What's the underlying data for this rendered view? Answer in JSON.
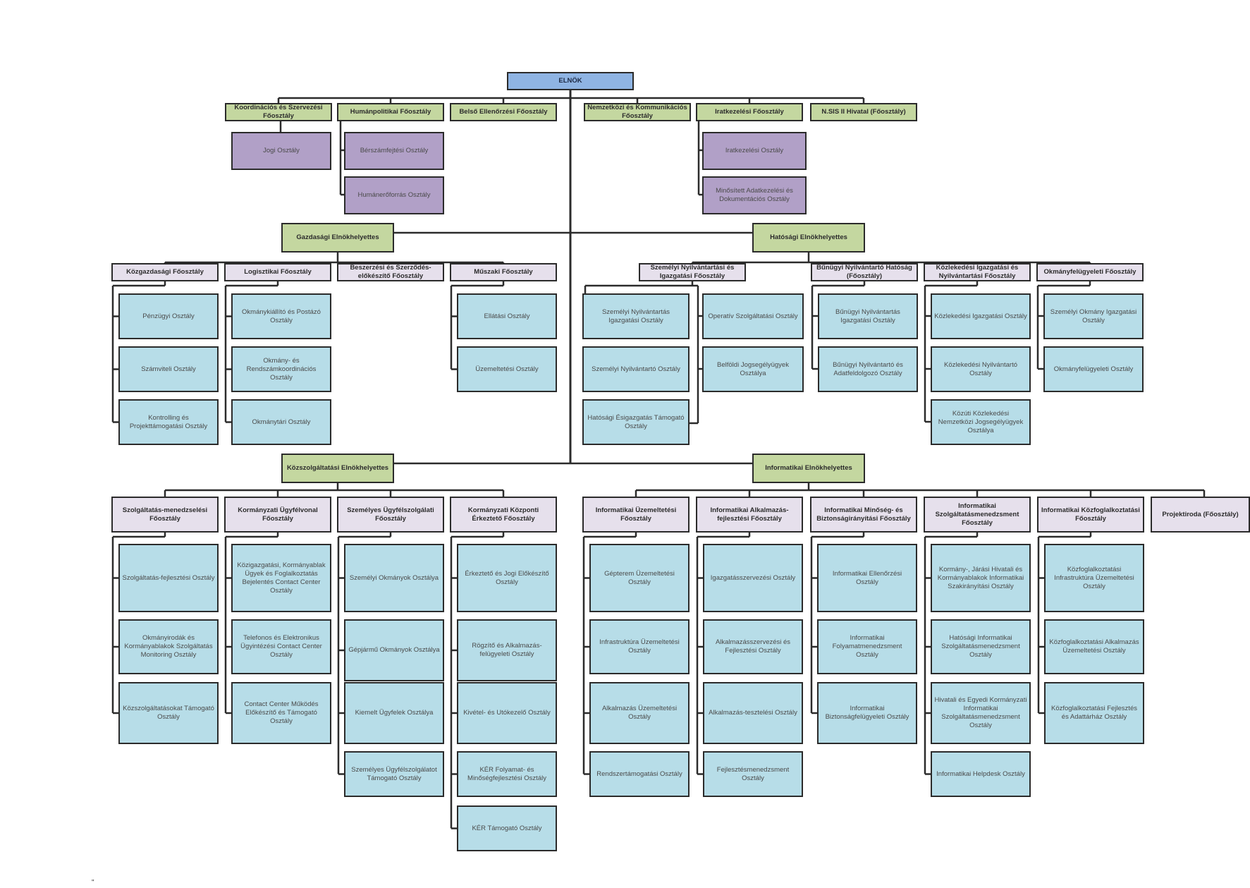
{
  "root": "ELNÖK",
  "top_fo": [
    "Koordinációs és Szervezési Főosztály",
    "Humánpolitikai Főosztály",
    "Belső Ellenőrzési Főosztály",
    "Nemzetközi és Kommunikációs Főosztály",
    "Iratkezelési Főosztály",
    "N.SIS II Hivatal (Főosztály)"
  ],
  "top_dep": {
    "koord": [
      "Jogi Osztály"
    ],
    "human": [
      "Bérszámfejtési Osztály",
      "Humánerőforrás Osztály"
    ],
    "irat": [
      "Iratkezelési Osztály",
      "Minősített Adatkezelési és Dokumentációs Osztály"
    ]
  },
  "vp": {
    "gazd": "Gazdasági Elnökhelyettes",
    "hat": "Hatósági Elnökhelyettes",
    "kozsz": "Közszolgáltatási Elnökhelyettes",
    "inf": "Informatikai Elnökhelyettes"
  },
  "gazd": {
    "fo": [
      "Közgazdasági Főosztály",
      "Logisztikai Főosztály",
      "Beszerzési és Szerződés-előkészítő Főosztály",
      "Műszaki Főosztály"
    ],
    "units": [
      [
        "Pénzügyi Osztály",
        "Számviteli Osztály",
        "Kontrolling és Projekttámogatási Osztály"
      ],
      [
        "Okmánykiállító és Postázó Osztály",
        "Okmány- és Rendszámkoordinációs Osztály",
        "Okmánytári Osztály"
      ],
      [],
      [
        "Ellátási Osztály",
        "Üzemeltetési Osztály"
      ]
    ]
  },
  "hat": {
    "fo": [
      "Személyi Nyilvántartási és Igazgatási Főosztály",
      "Bűnügyi Nyilvántartó Hatóság (Főosztály)",
      "Közlekedési Igazgatási és Nyilvántartási Főosztály",
      "Okmányfelügyeleti Főosztály"
    ],
    "units_a": [
      "Személyi Nyilvántartás Igazgatási Osztály",
      "Személyi Nyilvántartó Osztály",
      "Hatósági Ésigazgatás Támogató Osztály"
    ],
    "units_b": [
      "Operatív Szolgáltatási Osztály",
      "Belföldi Jogsegélyügyek Osztálya"
    ],
    "units": [
      [
        "Bűnügyi Nyilvántartás Igazgatási Osztály",
        "Bűnügyi Nyilvántartó és Adatfeldolgozó Osztály"
      ],
      [
        "Közlekedési Igazgatási Osztály",
        "Közlekedési Nyilvántartó Osztály",
        "Közúti Közlekedési Nemzetközi Jogsegélyügyek Osztálya"
      ],
      [
        "Személyi Okmány Igazgatási Osztály",
        "Okmányfelügyeleti Osztály"
      ]
    ]
  },
  "kozsz": {
    "fo": [
      "Szolgáltatás-menedzselési Főosztály",
      "Kormányzati Ügyfélvonal Főosztály",
      "Személyes Ügyfélszolgálati Főosztály",
      "Kormányzati Központi Érkeztető Főosztály"
    ],
    "units": [
      [
        "Szolgáltatás-fejlesztési Osztály",
        "Okmányirodák és Kormányablakok Szolgáltatás Monitoring Osztály",
        "Közszolgáltatásokat Támogató Osztály"
      ],
      [
        "Közigazgatási, Kormányablak Ügyek és Foglalkoztatás Bejelentés Contact Center Osztály",
        "Telefonos és Elektronikus Ügyintézési Contact Center Osztály",
        "Contact Center Működés Előkészítő és Támogató Osztály"
      ],
      [
        "Személyi Okmányok Osztálya",
        "Gépjármű Okmányok Osztálya",
        "Kiemelt Ügyfelek Osztálya",
        "Személyes Ügyfélszolgálatot Támogató Osztály"
      ],
      [
        "Érkeztető és Jogi Előkészítő Osztály",
        "Rögzítő és Alkalmazás-felügyeleti Osztály",
        "Kivétel- és Utókezelő Osztály",
        "KÉR Folyamat- és Minőségfejlesztési Osztály",
        "KÉR Támogató Osztály"
      ]
    ]
  },
  "inf": {
    "fo": [
      "Informatikai Üzemeltetési Főosztály",
      "Informatikai Alkalmazás-fejlesztési Főosztály",
      "Informatikai Minőség- és Biztonságirányítási Főosztály",
      "Informatikai Szolgáltatásmenedzsment Főosztály",
      "Informatikai Közfoglalkoztatási Főosztály",
      "Projektiroda (Főosztály)"
    ],
    "units": [
      [
        "Gépterem Üzemeltetési Osztály",
        "Infrastruktúra Üzemeltetési Osztály",
        "Alkalmazás Üzemeltetési Osztály",
        "Rendszertámogatási Osztály"
      ],
      [
        "Igazgatásszervezési Osztály",
        "Alkalmazásszervezési és Fejlesztési Osztály",
        "Alkalmazás-tesztelési Osztály",
        "Fejlesztésmenedzsment Osztály"
      ],
      [
        "Informatikai Ellenőrzési Osztály",
        "Informatikai Folyamatmenedzsment Osztály",
        "Informatikai Biztonságfelügyeleti Osztály"
      ],
      [
        "Kormány-, Járási Hivatali és Kormányablakok Informatikai Szakirányítási Osztály",
        "Hatósági Informatikai Szolgáltatásmenedzsment Osztály",
        "Hivatali és Egyedi Kormányzati Informatikai Szolgáltatásmenedzsment Osztály",
        "Informatikai Helpdesk Osztály"
      ],
      [
        "Közfoglalkoztatási Infrastruktúra Üzemeltetési Osztály",
        "Közfoglalkoztatási Alkalmazás Üzemeltetési Osztály",
        "Közfoglalkoztatási Fejlesztés és Adattárház Osztály"
      ],
      []
    ]
  },
  "footer_mark": "\""
}
